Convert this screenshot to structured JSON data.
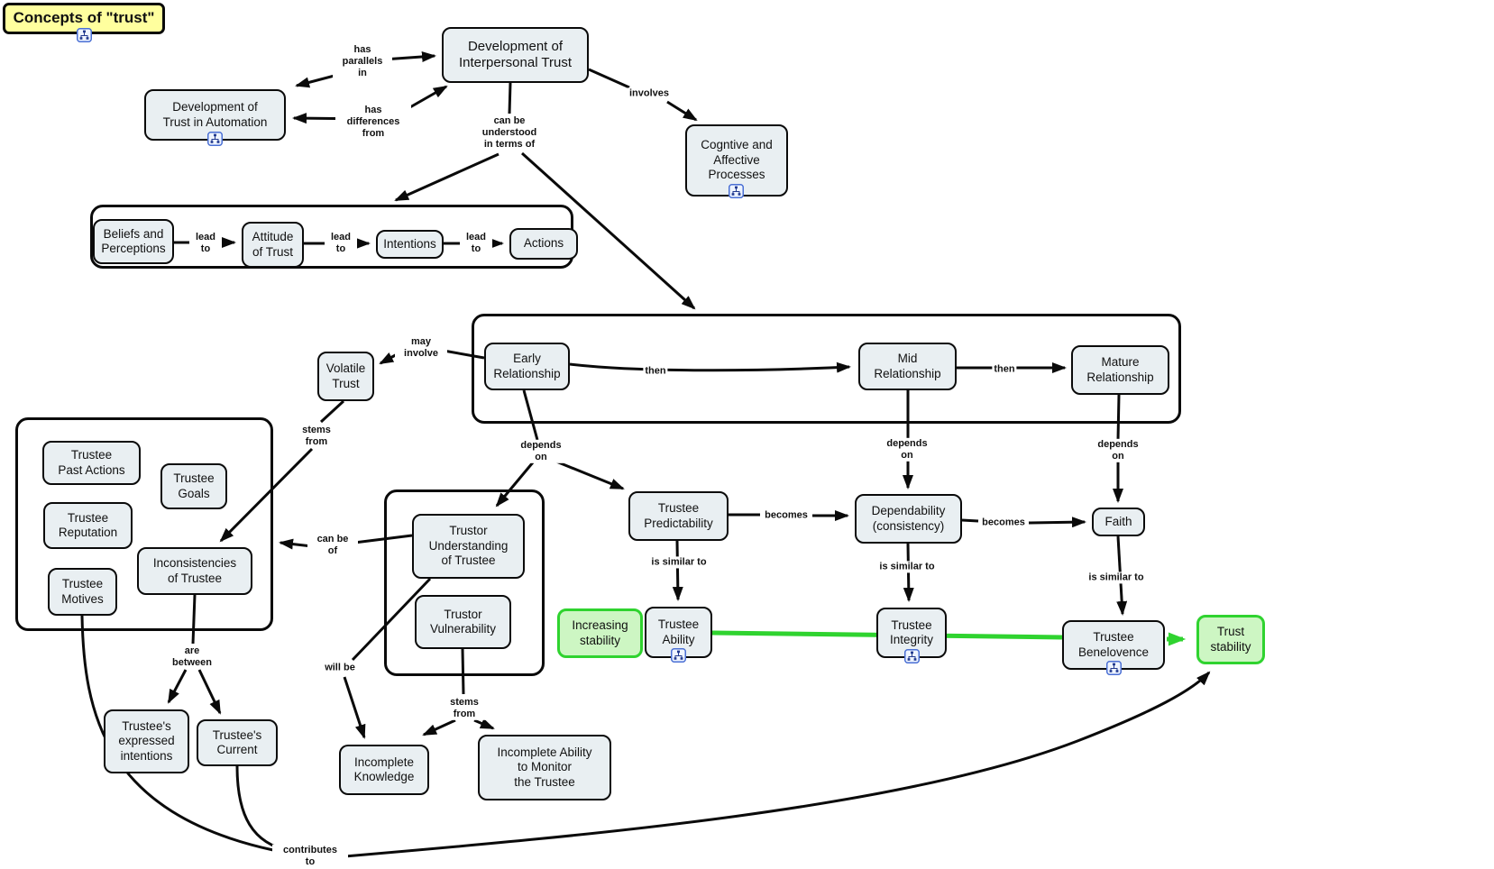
{
  "title": "Concepts of \"trust\"",
  "nodes": {
    "dev_interpersonal": "Development of\nInterpersonal Trust",
    "dev_automation": "Development of\nTrust in Automation",
    "cognitive": "Cogntive and\nAffective\nProcesses",
    "beliefs": "Beliefs and\nPerceptions",
    "attitude": "Attitude\nof Trust",
    "intentions": "Intentions",
    "actions": "Actions",
    "early": "Early\nRelationship",
    "mid": "Mid\nRelationship",
    "mature": "Mature\nRelationship",
    "volatile": "Volatile\nTrust",
    "past_actions": "Trustee\nPast Actions",
    "goals": "Trustee\nGoals",
    "reputation": "Trustee\nReputation",
    "motives": "Trustee\nMotives",
    "inconsistencies": "Inconsistencies\nof Trustee",
    "trustor_understanding": "Trustor\nUnderstanding\nof Trustee",
    "trustor_vulnerability": "Trustor\nVulnerability",
    "predictability": "Trustee\nPredictability",
    "dependability": "Dependability\n(consistency)",
    "faith": "Faith",
    "increasing_stability": "Increasing\nstability",
    "ability": "Trustee\nAbility",
    "integrity": "Trustee\nIntegrity",
    "benelovence": "Trustee\nBenelovence",
    "trust_stability": "Trust\nstability",
    "expressed_intentions": "Trustee's\nexpressed\nintentions",
    "current": "Trustee's\nCurrent",
    "incomplete_knowledge": "Incomplete\nKnowledge",
    "incomplete_ability": "Incomplete Ability\nto Monitor\nthe Trustee"
  },
  "links": {
    "has_parallels_in": "has\nparallels\nin",
    "has_differences_from": "has\ndifferences\nfrom",
    "can_be_understood": "can be\nunderstood\nin  terms of",
    "involves": "involves",
    "lead_to": "lead\nto",
    "may_involve": "may\ninvolve",
    "then": "then",
    "stems_from": "stems\nfrom",
    "depends_on": "depends\non",
    "can_be_of": "can be\nof",
    "becomes": "becomes",
    "is_similar_to": "is similar to",
    "are_between": "are\nbetween",
    "will_be": "will be",
    "contributes_to": "contributes\nto"
  },
  "icons": {
    "submap_icon": "submap-tree-icon"
  },
  "colors": {
    "node_fill": "#e9eff2",
    "node_border": "#0a0a0a",
    "title_fill": "#ffff9e",
    "highlight_fill": "#cdf6c3",
    "highlight_border": "#2fd32f",
    "highlight_line": "#2fd32f",
    "icon_blue": "#4a6fd4"
  }
}
